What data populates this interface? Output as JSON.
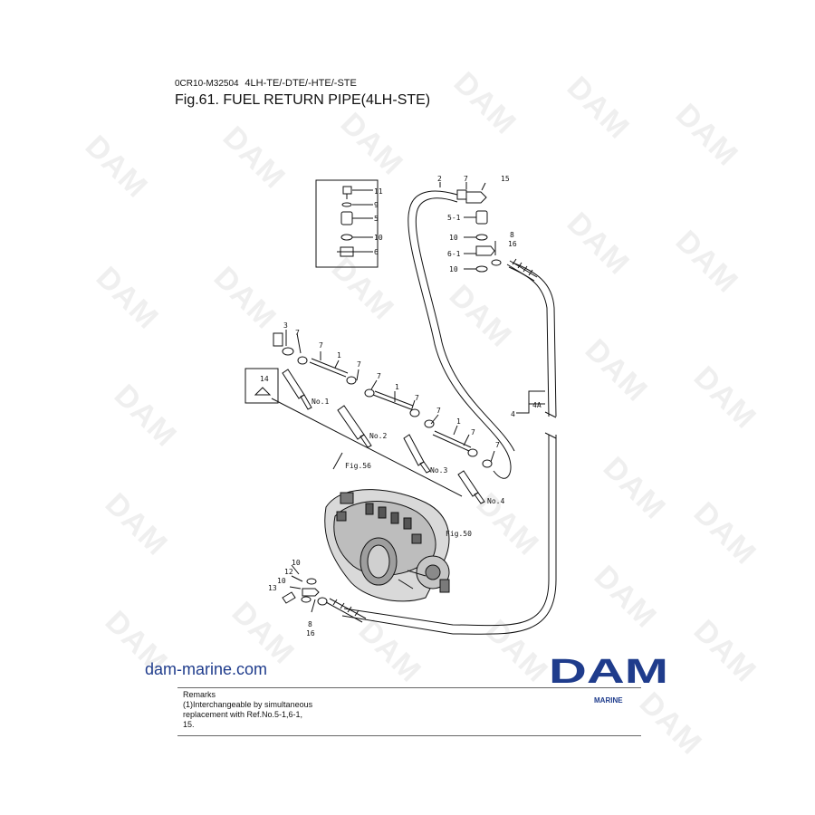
{
  "header": {
    "doc_code": "0CR10-M32504",
    "model": "4LH-TE/-DTE/-HTE/-STE",
    "figure_title": "Fig.61.  FUEL RETURN PIPE(4LH-STE)"
  },
  "watermark": "DAM",
  "footer": {
    "website": "dam-marine.com",
    "logo_text": "DAM",
    "logo_sub": "MARINE",
    "remarks_title": "Remarks",
    "remarks_lines": [
      "(1)Interchangeable by simultaneous",
      "replacement with Ref.No.5-1,6-1,",
      "15."
    ]
  },
  "callouts": {
    "inset_11": "11",
    "inset_9": "9",
    "inset_5": "5",
    "inset_10": "10",
    "inset_6": "6",
    "top_2": "2",
    "top_7": "7",
    "top_15": "15",
    "top_5_1": "5-1",
    "top_10a": "10",
    "top_6_1": "6-1",
    "top_8": "8",
    "top_16": "16",
    "top_10b": "10",
    "c3": "3",
    "c7a": "7",
    "c7b": "7",
    "c1a": "1",
    "c7c": "7",
    "c7d": "7",
    "c1b": "1",
    "c7e": "7",
    "c7f": "7",
    "c1c": "1",
    "c7g": "7",
    "c7h": "7",
    "c14": "14",
    "no1": "No.1",
    "no2": "No.2",
    "no3": "No.3",
    "no4": "No.4",
    "fig56": "Fig.56",
    "fig50": "Fig.50",
    "c4": "4",
    "c4a": "4A",
    "p10": "10",
    "p12": "12",
    "p10b": "10",
    "p13": "13",
    "p8": "8",
    "p16": "16"
  }
}
